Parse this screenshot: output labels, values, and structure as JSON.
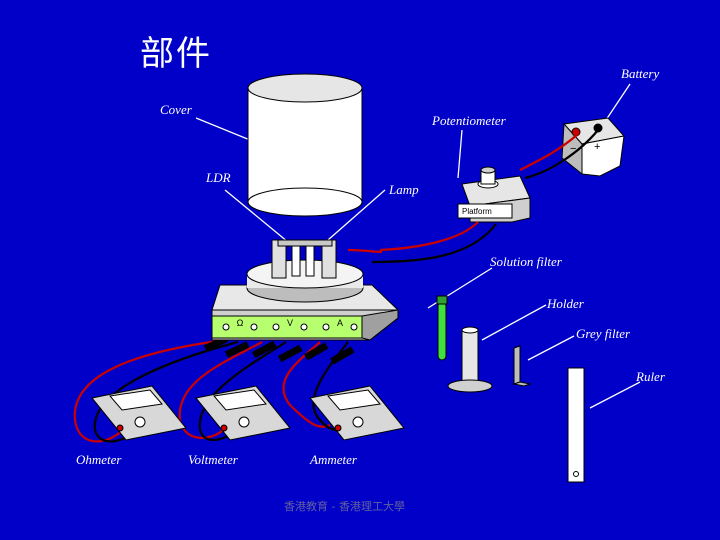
{
  "title": "部件",
  "labels": {
    "battery": "Battery",
    "cover": "Cover",
    "potentiometer": "Potentiometer",
    "ldr": "LDR",
    "lamp": "Lamp",
    "solution_filter": "Solution filter",
    "holder": "Holder",
    "grey_filter": "Grey filter",
    "ruler": "Ruler",
    "ohmeter": "Ohmeter",
    "voltmeter": "Voltmeter",
    "ammeter": "Ammeter"
  },
  "panel_symbols": {
    "ohm": "Ω",
    "volt": "V",
    "amp": "A"
  },
  "platform_text": "Platform",
  "footer": "香港教育 - 香港理工大學",
  "colors": {
    "background": "#0000c8",
    "label": "#ffffff",
    "panel": "#b8ff70",
    "wire_red": "#cc0000",
    "wire_black": "#000000"
  }
}
